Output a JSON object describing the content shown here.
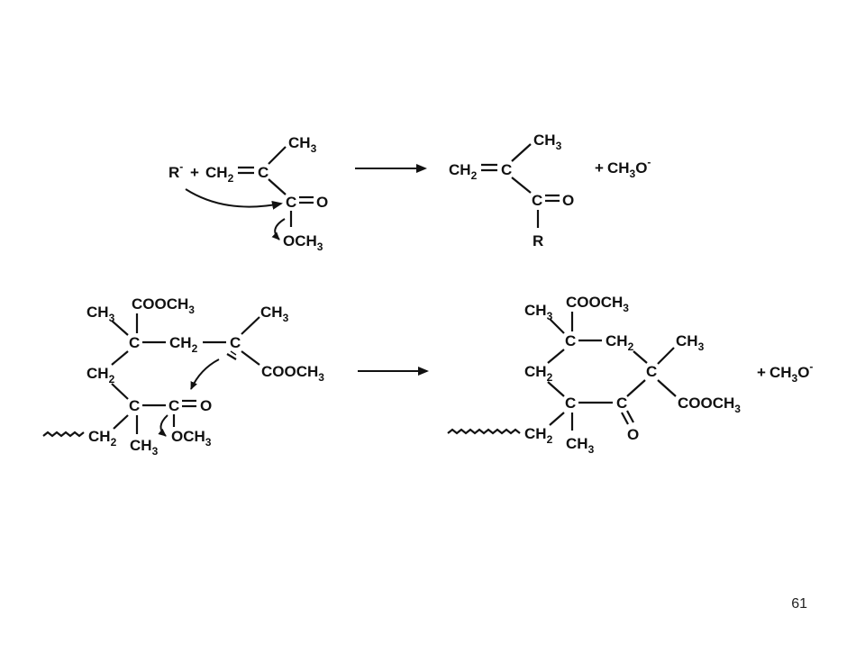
{
  "reaction1": {
    "reactant": {
      "r": "R",
      "r_charge": "-",
      "plus": "+",
      "ch2": "CH",
      "ch2_sub": "2",
      "c_alkene": "C",
      "ch3": "CH",
      "ch3_sub": "3",
      "c_carbonyl": "C",
      "o_carbonyl": "O",
      "och3": "OCH",
      "och3_sub": "3"
    },
    "product": {
      "ch2": "CH",
      "ch2_sub": "2",
      "c_alkene": "C",
      "ch3": "CH",
      "ch3_sub": "3",
      "c_carbonyl": "C",
      "o_carbonyl": "O",
      "r": "R"
    },
    "byproduct": {
      "plus": "+",
      "ch3o": "CH",
      "ch3o_sub": "3",
      "ch3o_tail": "O",
      "charge": "-"
    }
  },
  "reaction2": {
    "reactant": {
      "ch3_top_left": "CH",
      "ch3_top_left_sub": "3",
      "cooch3_top": "COOCH",
      "cooch3_top_sub": "3",
      "c1": "C",
      "ch2_bridge": "CH",
      "ch2_bridge_sub": "2",
      "c_anion": "C",
      "ch3_top_right": "CH",
      "ch3_top_right_sub": "3",
      "cooch3_right": "COOCH",
      "cooch3_right_sub": "3",
      "ch2_left": "CH",
      "ch2_left_sub": "2",
      "c2": "C",
      "c_carbonyl": "C",
      "o_carbonyl": "O",
      "ch2_chain": "CH",
      "ch2_chain_sub": "2",
      "ch3_bottom": "CH",
      "ch3_bottom_sub": "3",
      "och3": "OCH",
      "och3_sub": "3"
    },
    "product": {
      "ch3_top_left": "CH",
      "ch3_top_left_sub": "3",
      "cooch3_top": "COOCH",
      "cooch3_top_sub": "3",
      "c1": "C",
      "ch2_bridge": "CH",
      "ch2_bridge_sub": "2",
      "ch3_right": "CH",
      "ch3_right_sub": "3",
      "c_quat": "C",
      "ch2_left": "CH",
      "ch2_left_sub": "2",
      "c2": "C",
      "c_ketone": "C",
      "cooch3_right": "COOCH",
      "cooch3_right_sub": "3",
      "ch2_chain": "CH",
      "ch2_chain_sub": "2",
      "ch3_bottom": "CH",
      "ch3_bottom_sub": "3",
      "o_ketone": "O"
    },
    "byproduct": {
      "plus": "+",
      "ch3o": "CH",
      "ch3o_sub": "3",
      "ch3o_tail": "O",
      "charge": "-"
    }
  },
  "page_number": "61"
}
